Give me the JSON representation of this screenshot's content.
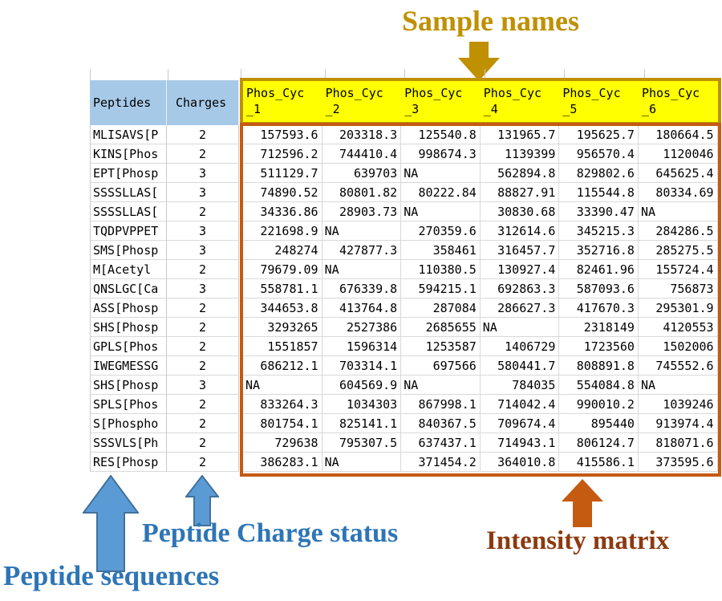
{
  "annotations": {
    "sample_names": "Sample names",
    "peptide_sequences": "Peptide sequences",
    "charge_status": "Peptide Charge status",
    "intensity_matrix": "Intensity matrix"
  },
  "colors": {
    "header_fill": "#A7C9E8",
    "sample_header_fill": "#FFFF00",
    "sample_header_border": "#BF9000",
    "matrix_border": "#C55A11",
    "annotation_gold": "#BF9000",
    "annotation_blue": "#2E75B6",
    "annotation_brown": "#8C3A0F",
    "arrow_blue_fill": "#5B9BD5",
    "arrow_blue_stroke": "#41719C",
    "arrow_orange": "#C55A11"
  },
  "table": {
    "peptides_header": "Peptides",
    "charges_header": "Charges",
    "sample_columns": [
      {
        "line1": "Phos_Cyc",
        "line2": "_1"
      },
      {
        "line1": "Phos_Cyc",
        "line2": "_2"
      },
      {
        "line1": "Phos_Cyc",
        "line2": "_3"
      },
      {
        "line1": "Phos_Cyc",
        "line2": "_4"
      },
      {
        "line1": "Phos_Cyc",
        "line2": "_5"
      },
      {
        "line1": "Phos_Cyc",
        "line2": "_6"
      }
    ],
    "rows": [
      {
        "peptide": "MLISAVS[P",
        "charge": "2",
        "values": [
          "157593.6",
          "203318.3",
          "125540.8",
          "131965.7",
          "195625.7",
          "180664.5"
        ]
      },
      {
        "peptide": "KINS[Phos",
        "charge": "2",
        "values": [
          "712596.2",
          "744410.4",
          "998674.3",
          "1139399",
          "956570.4",
          "1120046"
        ]
      },
      {
        "peptide": "EPT[Phosp",
        "charge": "3",
        "values": [
          "511129.7",
          "639703",
          "NA",
          "562894.8",
          "829802.6",
          "645625.4"
        ]
      },
      {
        "peptide": "SSSSLLAS[",
        "charge": "3",
        "values": [
          "74890.52",
          "80801.82",
          "80222.84",
          "88827.91",
          "115544.8",
          "80334.69"
        ]
      },
      {
        "peptide": "SSSSLLAS[",
        "charge": "2",
        "values": [
          "34336.86",
          "28903.73",
          "NA",
          "30830.68",
          "33390.47",
          "NA"
        ]
      },
      {
        "peptide": "TQDPVPPET",
        "charge": "3",
        "values": [
          "221698.9",
          "NA",
          "270359.6",
          "312614.6",
          "345215.3",
          "284286.5"
        ]
      },
      {
        "peptide": "SMS[Phosp",
        "charge": "3",
        "values": [
          "248274",
          "427877.3",
          "358461",
          "316457.7",
          "352716.8",
          "285275.5"
        ]
      },
      {
        "peptide": "M[Acetyl",
        "charge": "2",
        "values": [
          "79679.09",
          "NA",
          "110380.5",
          "130927.4",
          "82461.96",
          "155724.4"
        ]
      },
      {
        "peptide": "QNSLGC[Ca",
        "charge": "3",
        "values": [
          "558781.1",
          "676339.8",
          "594215.1",
          "692863.3",
          "587093.6",
          "756873"
        ]
      },
      {
        "peptide": "ASS[Phosp",
        "charge": "2",
        "values": [
          "344653.8",
          "413764.8",
          "287084",
          "286627.3",
          "417670.3",
          "295301.9"
        ]
      },
      {
        "peptide": "SHS[Phosp",
        "charge": "2",
        "values": [
          "3293265",
          "2527386",
          "2685655",
          "NA",
          "2318149",
          "4120553"
        ]
      },
      {
        "peptide": "GPLS[Phos",
        "charge": "2",
        "values": [
          "1551857",
          "1596314",
          "1253587",
          "1406729",
          "1723560",
          "1502006"
        ]
      },
      {
        "peptide": "IWEGMESSG",
        "charge": "2",
        "values": [
          "686212.1",
          "703314.1",
          "697566",
          "580441.7",
          "808891.8",
          "745552.6"
        ]
      },
      {
        "peptide": "SHS[Phosp",
        "charge": "3",
        "values": [
          "NA",
          "604569.9",
          "NA",
          "784035",
          "554084.8",
          "NA"
        ]
      },
      {
        "peptide": "SPLS[Phos",
        "charge": "2",
        "values": [
          "833264.3",
          "1034303",
          "867998.1",
          "714042.4",
          "990010.2",
          "1039246"
        ]
      },
      {
        "peptide": "S[Phospho",
        "charge": "2",
        "values": [
          "801754.1",
          "825141.1",
          "840367.5",
          "709674.4",
          "895440",
          "913974.4"
        ]
      },
      {
        "peptide": "SSSVLS[Ph",
        "charge": "2",
        "values": [
          "729638",
          "795307.5",
          "637437.1",
          "714943.1",
          "806124.7",
          "818071.6"
        ]
      },
      {
        "peptide": "RES[Phosp",
        "charge": "2",
        "values": [
          "386283.1",
          "NA",
          "371454.2",
          "364010.8",
          "415586.1",
          "373595.6"
        ]
      }
    ]
  }
}
